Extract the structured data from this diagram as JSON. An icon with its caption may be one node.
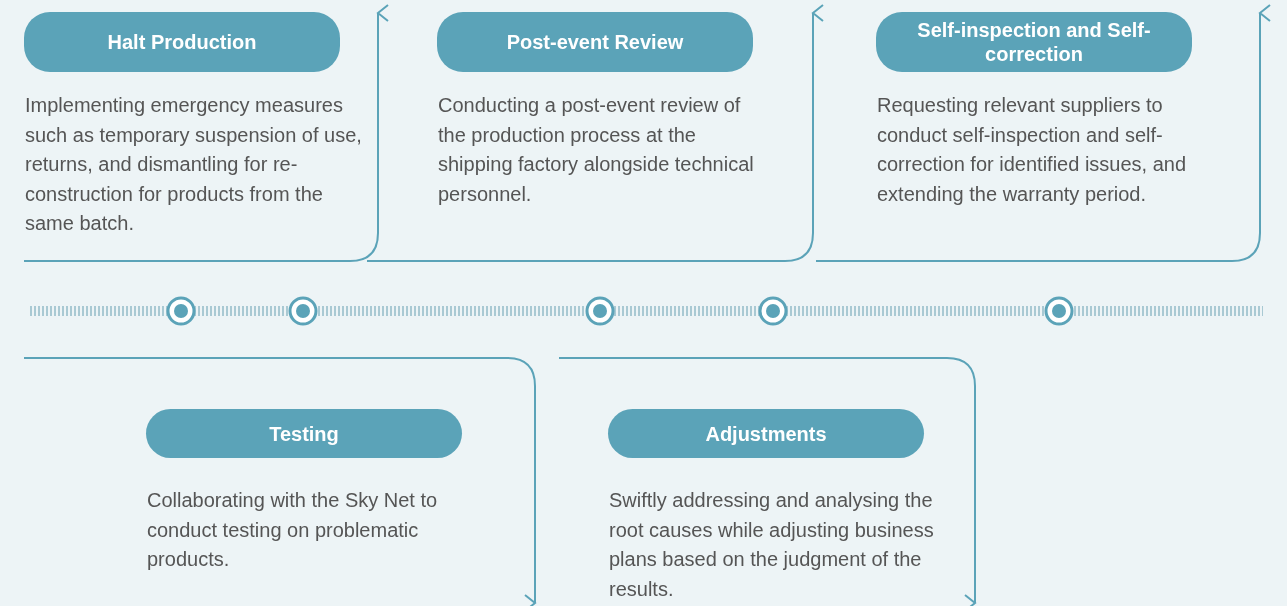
{
  "diagram": {
    "nodes": [
      {
        "text": [
          "Halt Production"
        ],
        "beside": [
          "Implementing emergency measures such as temporary suspension of use, returns, and dismantling for re-construction for products from the same batch."
        ]
      },
      {
        "text": [
          "Post-event Review"
        ],
        "beside": [
          "Conducting a post-event review of the production process at the shipping factory alongside technical personnel."
        ]
      },
      {
        "text": [
          "Self-inspection and Self-correction"
        ],
        "beside": [
          "Requesting relevant suppliers to conduct self-inspection and self-correction for identified issues, and extending the warranty period."
        ]
      },
      {
        "text": [
          "Testing"
        ],
        "beside": [
          "Collaborating with the Sky Net to conduct testing on problematic products."
        ]
      },
      {
        "text": [
          "Adjustments"
        ],
        "beside": [
          "Swiftly addressing and analysing the root causes while adjusting business plans based on the judgment of the results."
        ]
      }
    ]
  }
}
